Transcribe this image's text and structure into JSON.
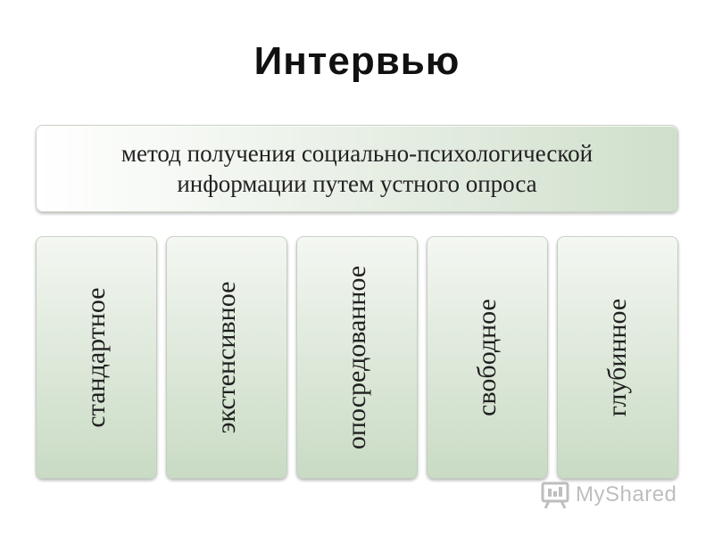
{
  "title": "Интервью",
  "definition": "метод получения социально-психологической\nинформации путем устного опроса",
  "types": [
    "стандартное",
    "экстенсивное",
    "опосредованное",
    "свободное",
    "глубинное"
  ],
  "watermark": {
    "text": "MyShared",
    "icon": "presentation-board-icon"
  },
  "colors": {
    "box_gradient_light": "#f2f6f0",
    "box_gradient_dark": "#c9dbc4",
    "border": "#c3cfbf",
    "text": "#1f1f1f"
  }
}
